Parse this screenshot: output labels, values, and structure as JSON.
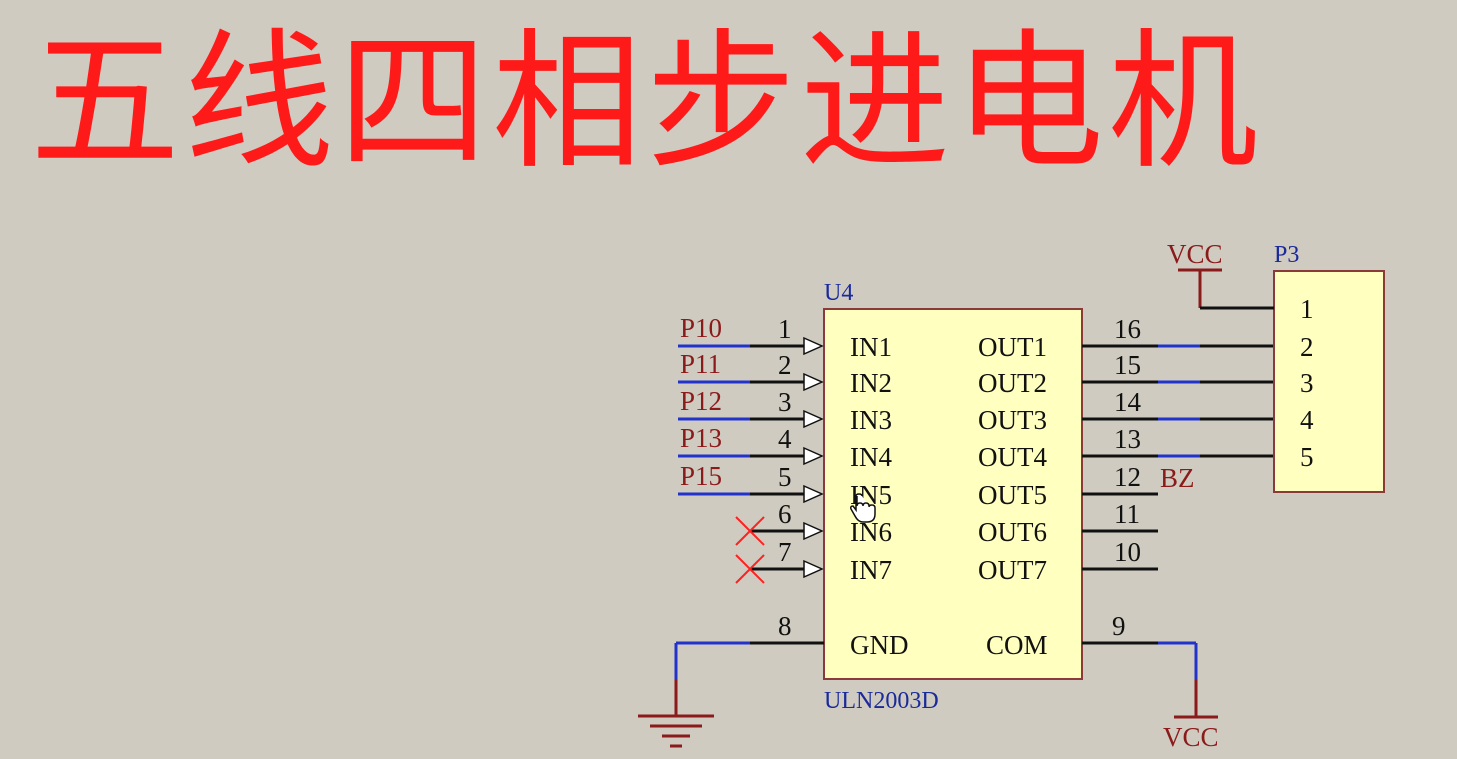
{
  "title": "五线四相步进电机",
  "colors": {
    "title": "#ff1a1a",
    "net_label": "#8b1a1a",
    "designator": "#1a2a9a",
    "chip_fill": "#ffffc0",
    "wire": "#111111",
    "blue_wire": "#2233cc"
  },
  "chip": {
    "designator": "U4",
    "part": "ULN2003D",
    "inputs": [
      {
        "name": "IN1",
        "pin": "1",
        "net": "P10"
      },
      {
        "name": "IN2",
        "pin": "2",
        "net": "P11"
      },
      {
        "name": "IN3",
        "pin": "3",
        "net": "P12"
      },
      {
        "name": "IN4",
        "pin": "4",
        "net": "P13"
      },
      {
        "name": "IN5",
        "pin": "5",
        "net": "P15"
      },
      {
        "name": "IN6",
        "pin": "6",
        "net": ""
      },
      {
        "name": "IN7",
        "pin": "7",
        "net": ""
      }
    ],
    "outputs": [
      {
        "name": "OUT1",
        "pin": "16"
      },
      {
        "name": "OUT2",
        "pin": "15"
      },
      {
        "name": "OUT3",
        "pin": "14"
      },
      {
        "name": "OUT4",
        "pin": "13"
      },
      {
        "name": "OUT5",
        "pin": "12"
      },
      {
        "name": "OUT6",
        "pin": "11"
      },
      {
        "name": "OUT7",
        "pin": "10"
      }
    ],
    "gnd": {
      "name": "GND",
      "pin": "8"
    },
    "com": {
      "name": "COM",
      "pin": "9"
    }
  },
  "bz_label": "BZ",
  "connector": {
    "designator": "P3",
    "pins": [
      "1",
      "2",
      "3",
      "4",
      "5"
    ]
  },
  "vcc_top": "VCC",
  "vcc_bottom": "VCC"
}
